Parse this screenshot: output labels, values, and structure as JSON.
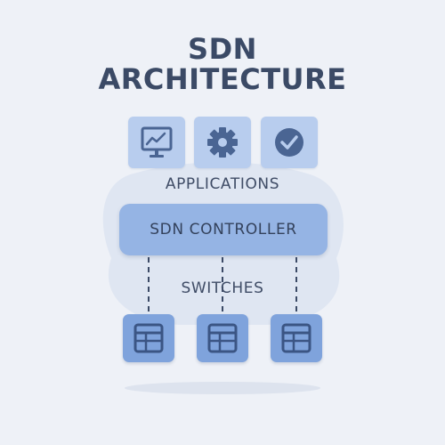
{
  "title": {
    "line1": "SDN",
    "line2": "ARCHITECTURE"
  },
  "applications": {
    "label": "APPLICATIONS",
    "icons": [
      "monitor-chart-icon",
      "gear-icon",
      "check-circle-icon"
    ]
  },
  "controller": {
    "label": "SDN CONTROLLER"
  },
  "switches": {
    "label": "SWITCHES",
    "count": 3,
    "icon": "switch-table-icon"
  },
  "colors": {
    "background": "#eef1f7",
    "title_text": "#3b4a66",
    "app_tile": "#b8cdee",
    "controller": "#95b4e4",
    "switch_tile": "#7fa3dc",
    "icon_dark": "#4a6593",
    "dashed_line": "#3b4a66"
  }
}
